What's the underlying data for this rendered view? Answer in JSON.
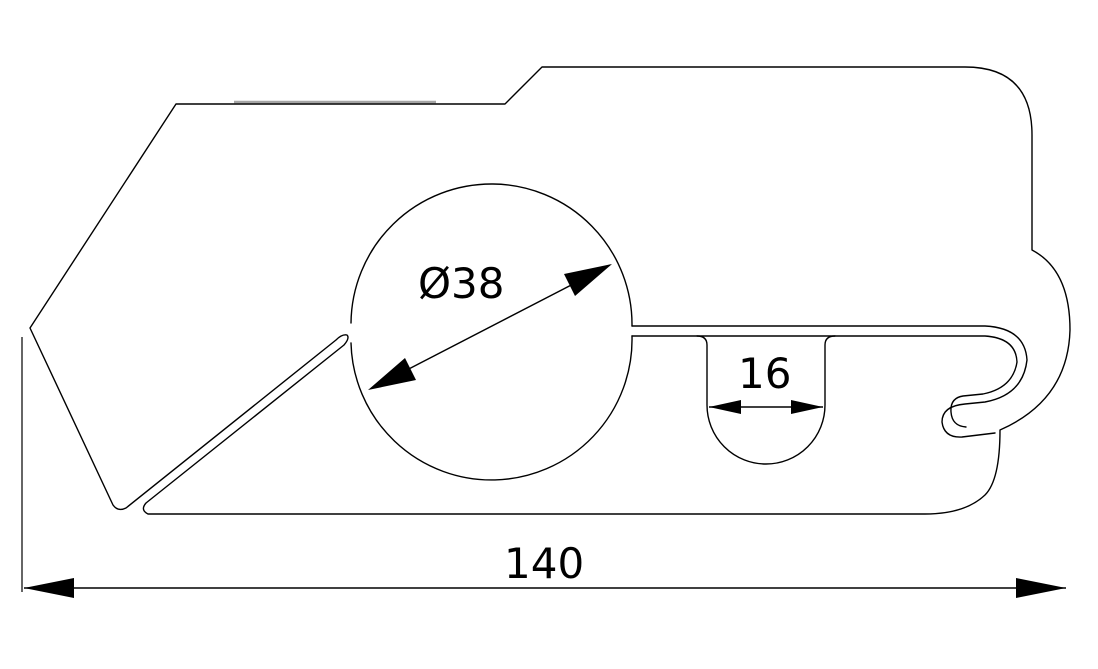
{
  "dimensions": {
    "circle_diameter": "Ø38",
    "slot_width": "16",
    "overall_width": "140"
  }
}
